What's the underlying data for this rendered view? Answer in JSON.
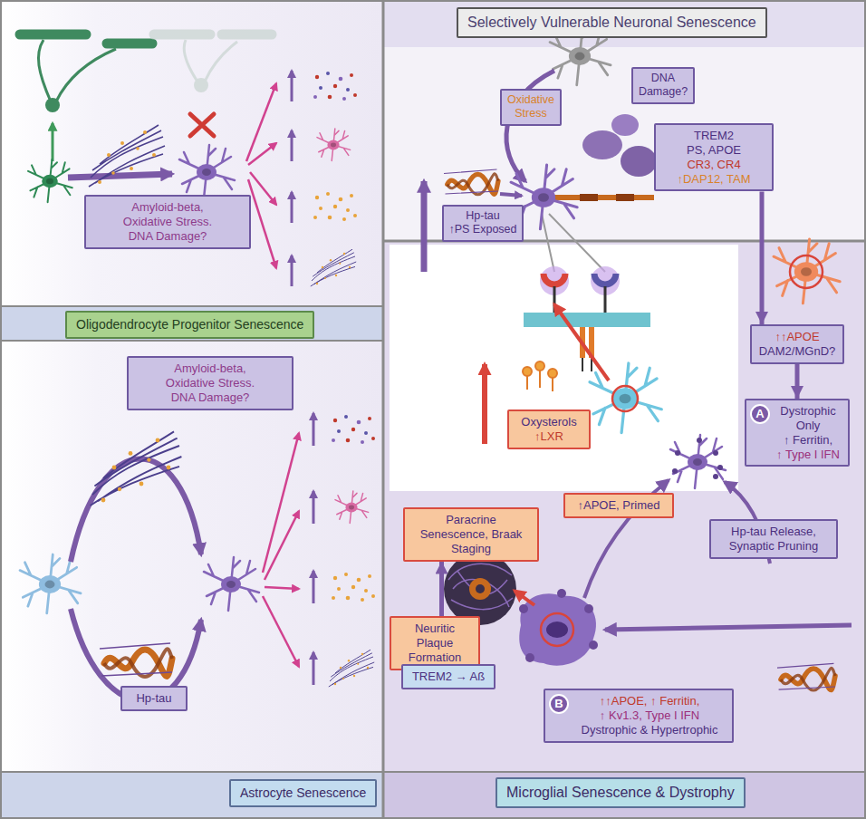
{
  "diagram": {
    "nodes": [
      {
        "text": [
          "Amyloid-beta, Oxidative Stress. DNA Damage?"
        ]
      },
      {
        "text": [
          "Oligodendrocyte Progenitor Senescence"
        ]
      },
      {
        "text": [
          "Amyloid-beta, Oxidative Stress. DNA Damage?"
        ]
      },
      {
        "text": [
          "Hp-tau"
        ]
      },
      {
        "text": [
          "Astrocyte Senescence"
        ]
      },
      {
        "text": [
          "Selectively Vulnerable Neuronal Senescence"
        ]
      },
      {
        "text": [
          "DNA Damage?"
        ]
      },
      {
        "text": [
          "Oxidative Stress"
        ]
      },
      {
        "text": [
          "Hp-tau",
          "↑PS Exposed"
        ]
      },
      {
        "text": [
          "TREM2",
          "PS, APOE",
          "CR3, CR4",
          "↑DAP12, TAM"
        ]
      },
      {
        "text": [
          "Oxysterols",
          "↑LXR"
        ]
      },
      {
        "text": [
          "↑APOE, Primed"
        ]
      },
      {
        "text": [
          "↑↑APOE",
          "DAM2/MGnD?"
        ]
      },
      {
        "text": [
          "Dystrophic Only",
          "↑ Ferritin,",
          "↑ Type I IFN"
        ]
      },
      {
        "text": [
          "A"
        ],
        "in": 13
      },
      {
        "text": [
          "Paracrine Senescence, Braak Staging"
        ]
      },
      {
        "text": [
          "Hp-tau Release, Synaptic Pruning"
        ]
      },
      {
        "text": [
          "Neuritic Plaque Formation"
        ]
      },
      {
        "text": [
          "TREM2 → Aß"
        ]
      },
      {
        "text": [
          "↑↑APOE, ↑ Ferritin,",
          "↑ Kv1.3, Type I IFN",
          "Dystrophic & Hypertrophic"
        ]
      },
      {
        "text": [
          "B"
        ],
        "in": 19
      },
      {
        "text": [
          "Microglial Senescence & Dystrophy"
        ]
      }
    ],
    "edges": [
      {
        "from": 9,
        "to": 12,
        "arrow": "to"
      },
      {
        "from": 12,
        "to": 13,
        "arrow": "to"
      },
      {
        "from": 17,
        "to": 15,
        "arrow": "to"
      }
    ]
  }
}
